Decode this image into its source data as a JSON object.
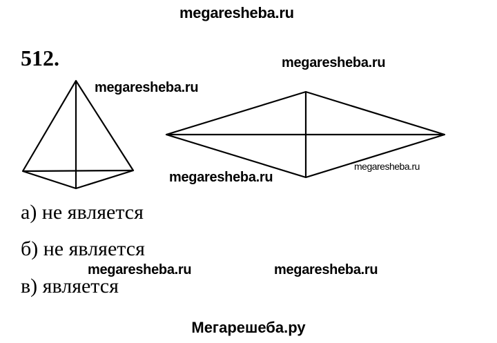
{
  "header_watermark": "megaresheba.ru",
  "problem_number": "512.",
  "watermarks": [
    "megaresheba.ru",
    "megaresheba.ru",
    "megaresheba.ru",
    "megaresheba.ru",
    "megaresheba.ru",
    "megaresheba.ru"
  ],
  "answers": [
    "а) не является",
    "б) не является",
    "в) является"
  ],
  "footer": "Мегарешеба.ру"
}
